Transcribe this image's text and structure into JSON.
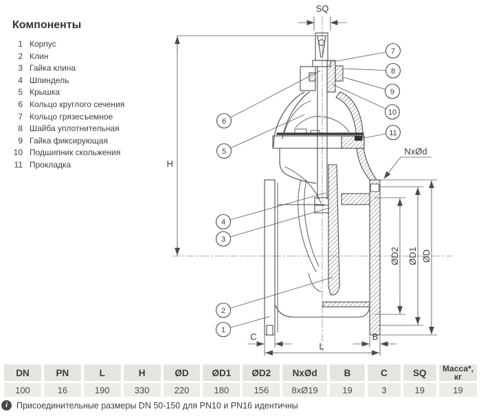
{
  "components": {
    "title": "Компоненты",
    "items": [
      {
        "num": "1",
        "label": "Корпус"
      },
      {
        "num": "2",
        "label": "Клин"
      },
      {
        "num": "3",
        "label": "Гайка клина"
      },
      {
        "num": "4",
        "label": "Шпиндель"
      },
      {
        "num": "5",
        "label": "Крышка"
      },
      {
        "num": "6",
        "label": "Кольцо круглого сечения"
      },
      {
        "num": "7",
        "label": "Кольцо грязесъемное"
      },
      {
        "num": "8",
        "label": "Шайба уплотнительная"
      },
      {
        "num": "9",
        "label": "Гайка фиксирующая"
      },
      {
        "num": "10",
        "label": "Подшипник скольжения"
      },
      {
        "num": "11",
        "label": "Прокладка"
      }
    ]
  },
  "drawing": {
    "dims": {
      "sq": "SQ",
      "h": "H",
      "c": "C",
      "l": "L",
      "b": "B",
      "nxod": "NxØd",
      "od2": "ØD2",
      "od1": "ØD1",
      "od": "ØD"
    },
    "callouts": [
      "1",
      "2",
      "3",
      "4",
      "5",
      "6",
      "7",
      "8",
      "9",
      "10",
      "11"
    ],
    "line_color": "#4b4b4b"
  },
  "table": {
    "headers": [
      "DN",
      "PN",
      "L",
      "H",
      "ØD",
      "ØD1",
      "ØD2",
      "NxØd",
      "B",
      "C",
      "SQ",
      "Масса*, кг"
    ],
    "values": [
      "100",
      "16",
      "190",
      "330",
      "220",
      "180",
      "156",
      "8xØ19",
      "19",
      "3",
      "19",
      "19"
    ]
  },
  "footnote": {
    "icon": "i",
    "text": "Присоединительные размеры DN 50-150 для PN10 и PN16 идентичны"
  }
}
